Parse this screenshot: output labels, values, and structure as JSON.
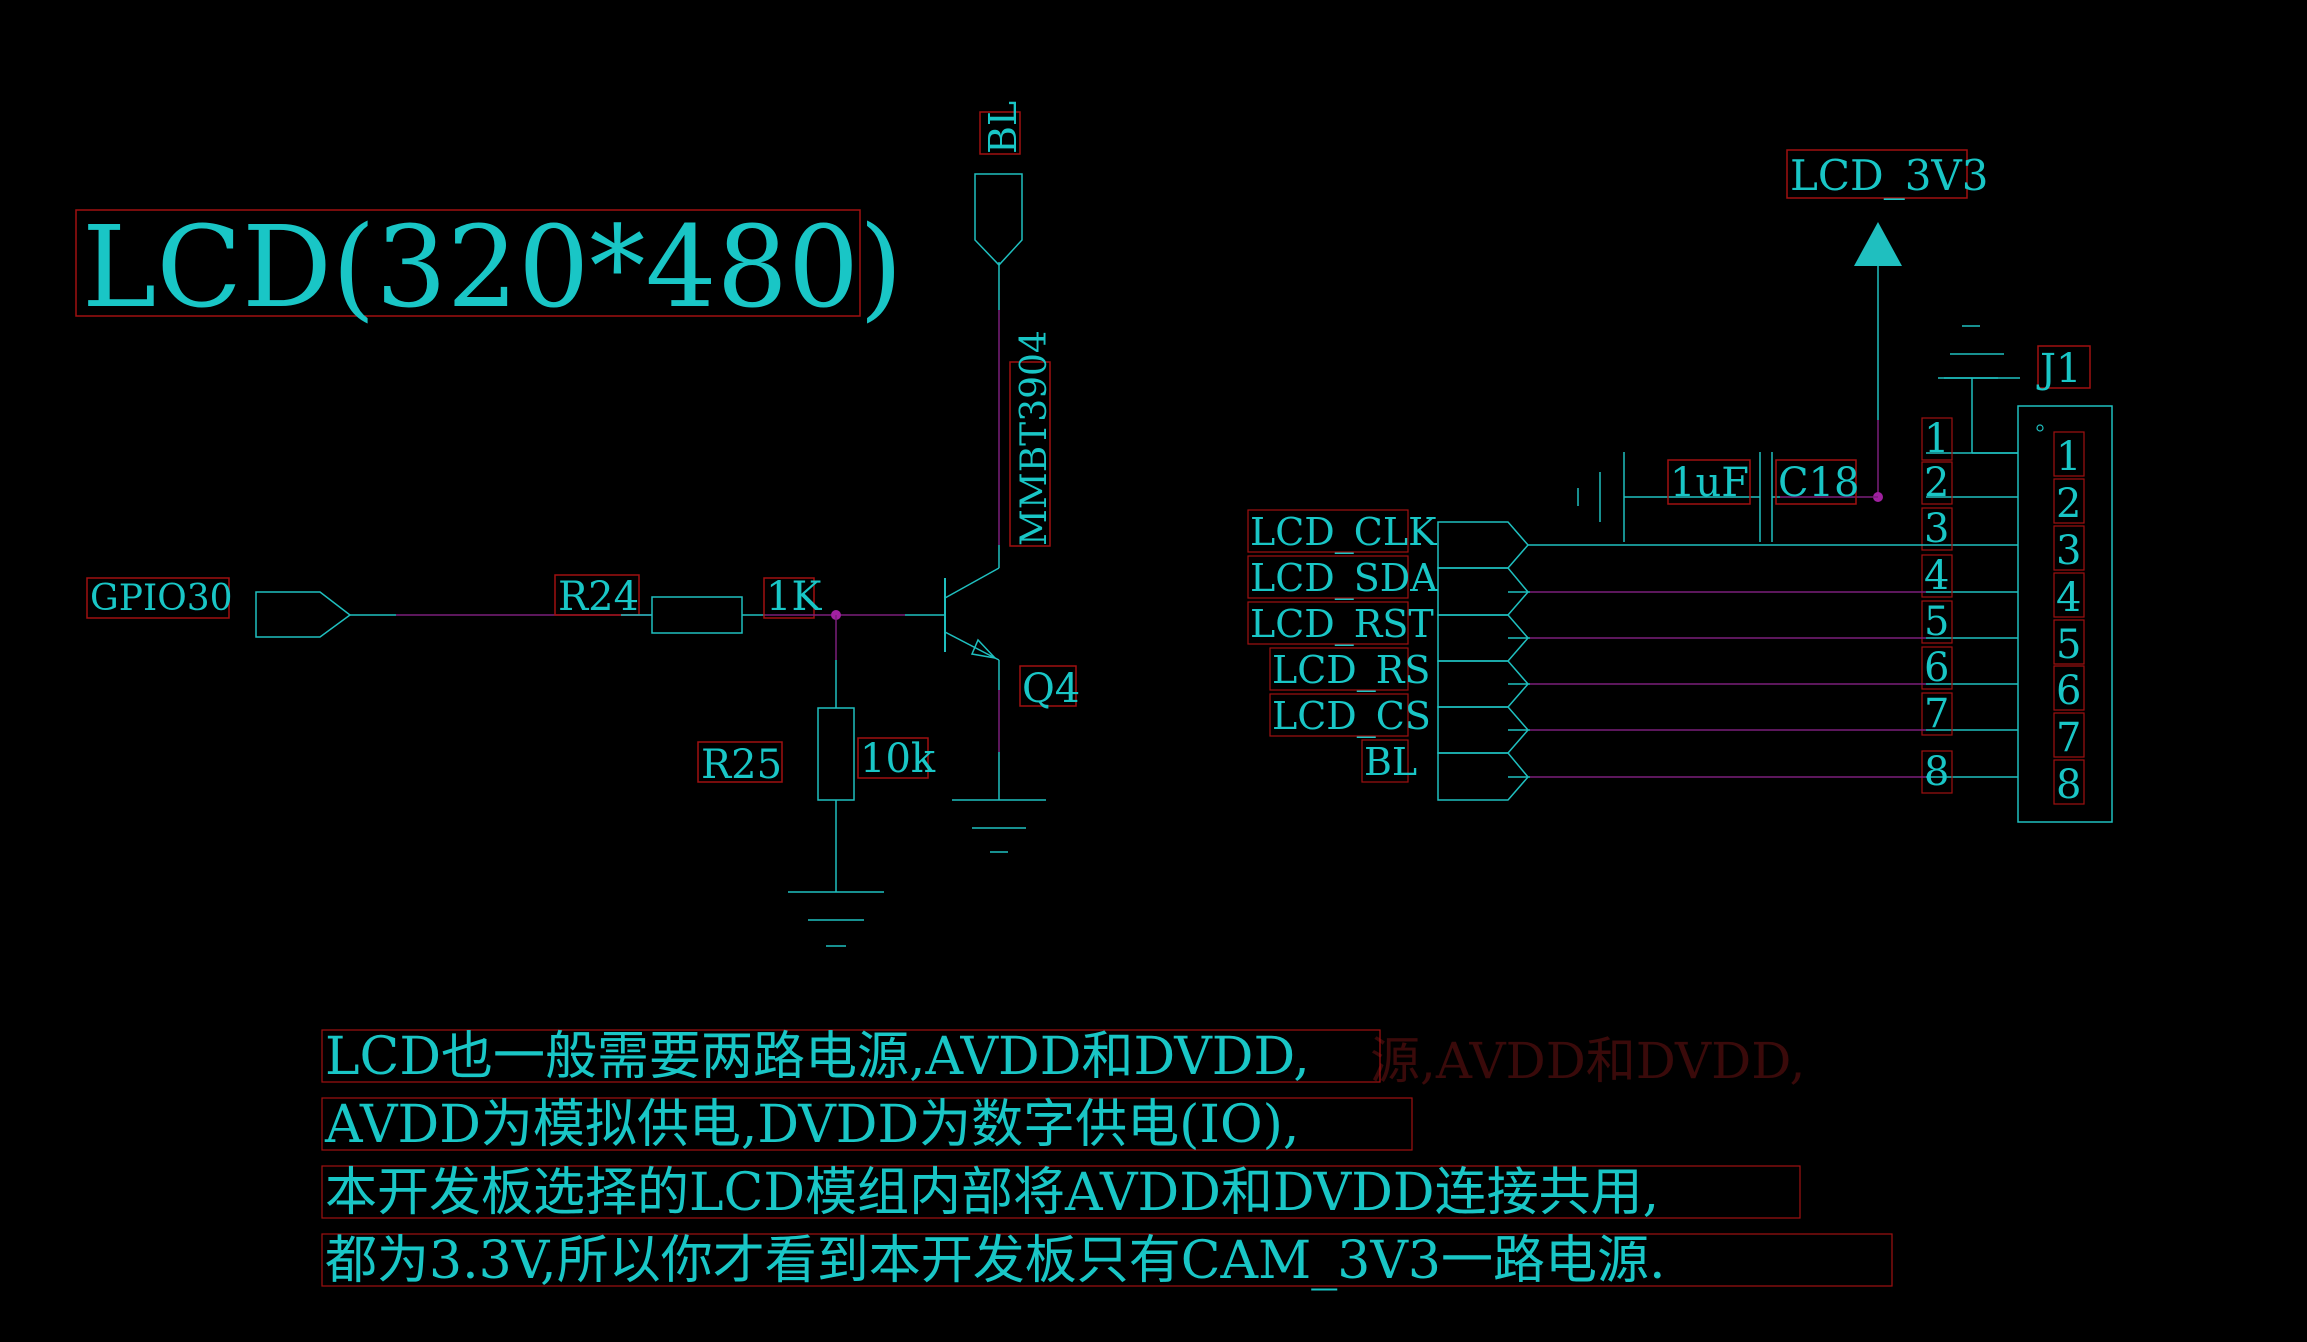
{
  "colors": {
    "background": "#000000",
    "wire": "#7a1f7a",
    "symbol": "#1fbfbf",
    "text": "#19c6c6",
    "label_box": "#a01010",
    "junction": "#a020a0"
  },
  "title": "LCD(320*480)",
  "left_circuit": {
    "input_port": "GPIO30",
    "r24_ref": "R24",
    "r24_value": "1K",
    "r25_ref": "R25",
    "r25_value": "10k",
    "transistor_ref": "Q4",
    "transistor_part": "MMBT3904",
    "bl_port": "BL"
  },
  "right_circuit": {
    "power_net": "LCD_3V3",
    "connector_ref": "J1",
    "cap_value": "1uF",
    "cap_ref": "C18",
    "signal_ports": [
      "LCD_CLK",
      "LCD_SDA",
      "LCD_RST",
      "LCD_RS",
      "LCD_CS",
      "BL"
    ],
    "wire_pin_labels": [
      "1",
      "2",
      "3",
      "4",
      "5",
      "6",
      "7",
      "8"
    ],
    "connector_pins": [
      "1",
      "2",
      "3",
      "4",
      "5",
      "6",
      "7",
      "8"
    ]
  },
  "notes": [
    "LCD也一般需要两路电源,AVDD和DVDD,",
    "AVDD为模拟供电,DVDD为数字供电(IO),",
    "本开发板选择的LCD模组内部将AVDD和DVDD连接共用,",
    "都为3.3V,所以你才看到本开发板只有CAM_3V3一路电源."
  ],
  "ghost_note": "源,AVDD和DVDD,"
}
